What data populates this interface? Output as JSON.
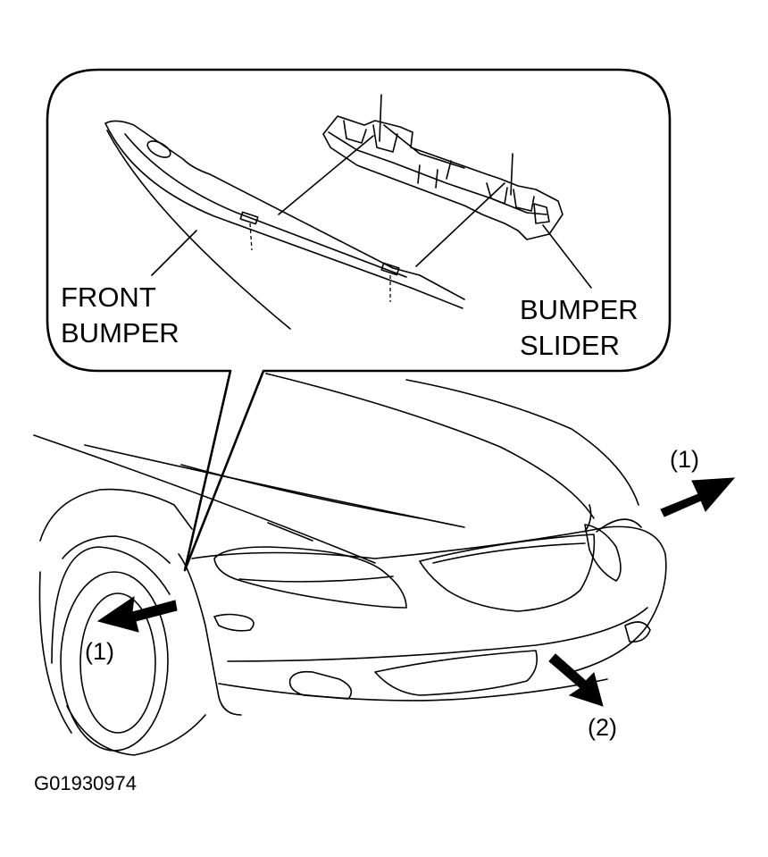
{
  "labels": {
    "front_bumper_line1": "FRONT",
    "front_bumper_line2": "BUMPER",
    "bumper_slider_line1": "BUMPER",
    "bumper_slider_line2": "SLIDER",
    "step_1_right": "(1)",
    "step_1_left": "(1)",
    "step_2": "(2)"
  },
  "figure_code": "G01930974",
  "icons": {
    "arrow_right": "arrow-right-icon",
    "arrow_left": "arrow-left-icon",
    "arrow_down_right": "arrow-down-right-icon"
  }
}
